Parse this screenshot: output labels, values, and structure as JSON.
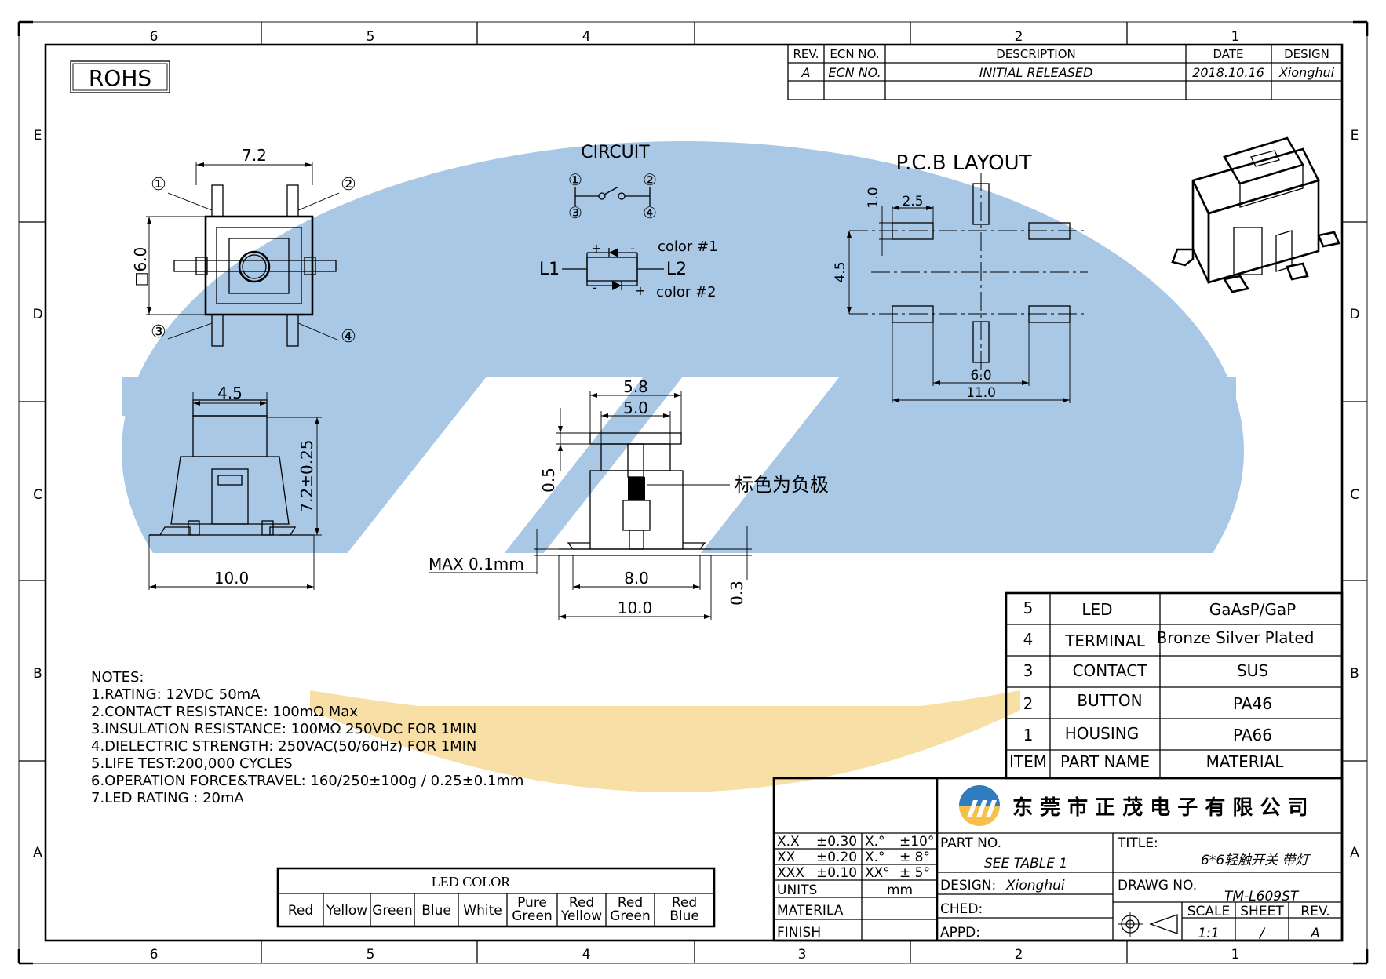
{
  "rohs": "ROHS",
  "zones": {
    "top": [
      "6",
      "5",
      "4",
      "3",
      "2",
      "1"
    ],
    "side": [
      "E",
      "D",
      "C",
      "B",
      "A"
    ]
  },
  "rev_table": {
    "headers": [
      "REV.",
      "ECN NO.",
      "DESCRIPTION",
      "DATE",
      "DESIGN"
    ],
    "row": [
      "A",
      "ECN NO.",
      "INITIAL RELEASED",
      "2018.10.16",
      "Xionghui"
    ]
  },
  "top_view": {
    "dim_width": "7.2",
    "dim_side": "□6.0",
    "pins": [
      "①",
      "②",
      "③",
      "④"
    ]
  },
  "circuit": {
    "title": "CIRCUIT",
    "pins": [
      "①",
      "②",
      "③",
      "④"
    ],
    "l1": "L1",
    "l2": "L2",
    "color1": "color #1",
    "color2": "color #2",
    "plus": "+",
    "minus": "-"
  },
  "pcb": {
    "title": "P.C.B  LAYOUT",
    "d_1_0": "1.0",
    "d_2_5": "2.5",
    "d_4_5": "4.5",
    "d_6_0": "6.0",
    "d_11_0": "11.0"
  },
  "front_view": {
    "d_4_5": "4.5",
    "d_7_2": "7.2±0.25",
    "d_10_0": "10.0"
  },
  "side_view": {
    "d_5_8": "5.8",
    "d_5_0": "5.0",
    "d_0_5": "0.5",
    "d_8_0": "8.0",
    "d_10_0": "10.0",
    "d_0_3": "0.3",
    "max": "MAX  0.1mm",
    "note_cn": "标色为负极"
  },
  "notes": [
    "NOTES:",
    "1.RATING: 12VDC  50mA",
    "2.CONTACT  RESISTANCE: 100mΩ  Max",
    "3.INSULATION  RESISTANCE: 100MΩ  250VDC  FOR  1MIN",
    "4.DIELECTRIC  STRENGTH: 250VAC(50/60Hz)  FOR  1MIN",
    "5.LIFE  TEST:200,000  CYCLES",
    "6.OPERATION  FORCE&TRAVEL: 160/250±100g  /  0.25±0.1mm",
    "7.LED  RATING  :   20mA"
  ],
  "led_color": {
    "title": "LED COLOR",
    "items": [
      [
        "Red"
      ],
      [
        "Yellow"
      ],
      [
        "Green"
      ],
      [
        "Blue"
      ],
      [
        "White"
      ],
      [
        "Pure",
        "Green"
      ],
      [
        "Red",
        "Yellow"
      ],
      [
        "Red",
        "Green"
      ],
      [
        "Red",
        "Blue"
      ]
    ]
  },
  "bom": {
    "rows": [
      {
        "item": "5",
        "name": "LED",
        "material": "GaAsP/GaP"
      },
      {
        "item": "4",
        "name": "TERMINAL",
        "material": "Bronze Silver Plated"
      },
      {
        "item": "3",
        "name": "CONTACT",
        "material": "SUS"
      },
      {
        "item": "2",
        "name": "BUTTON",
        "material": "PA46"
      },
      {
        "item": "1",
        "name": "HOUSING",
        "material": "PA66"
      }
    ],
    "header": {
      "item": "ITEM",
      "name": "PART NAME",
      "material": "MATERIAL"
    }
  },
  "title_block": {
    "company": "东 莞 市 正 茂 电 子 有 限 公 司",
    "tolerances": [
      [
        "X.X",
        "±0.30",
        "X.°",
        "±10°"
      ],
      [
        "XX",
        "±0.20",
        "X.°",
        "±  8°"
      ],
      [
        "XXX",
        "±0.10",
        "XX°",
        "±  5°"
      ]
    ],
    "units_label": "UNITS",
    "units_value": "mm",
    "material_label": "MATERILA",
    "finish_label": "FINISH",
    "part_no_label": "PART  NO.",
    "part_no_value": "SEE  TABLE  1",
    "design_label": "DESIGN:",
    "design_value": "Xionghui",
    "ched_label": "CHED:",
    "appd_label": "APPD:",
    "title_label": "TITLE:",
    "title_value": "6*6轻触开关 带灯",
    "drawg_label": "DRAWG  NO.",
    "drawg_value": "TM-L609ST",
    "scale_label": "SCALE",
    "scale_value": "1:1",
    "sheet_label": "SHEET",
    "sheet_value": "/",
    "rev_label": "REV.",
    "rev_value": "A"
  },
  "colors": {
    "watermark_blue": "#a9c8e6",
    "watermark_orange": "#f7dfa6",
    "line": "#000000"
  }
}
